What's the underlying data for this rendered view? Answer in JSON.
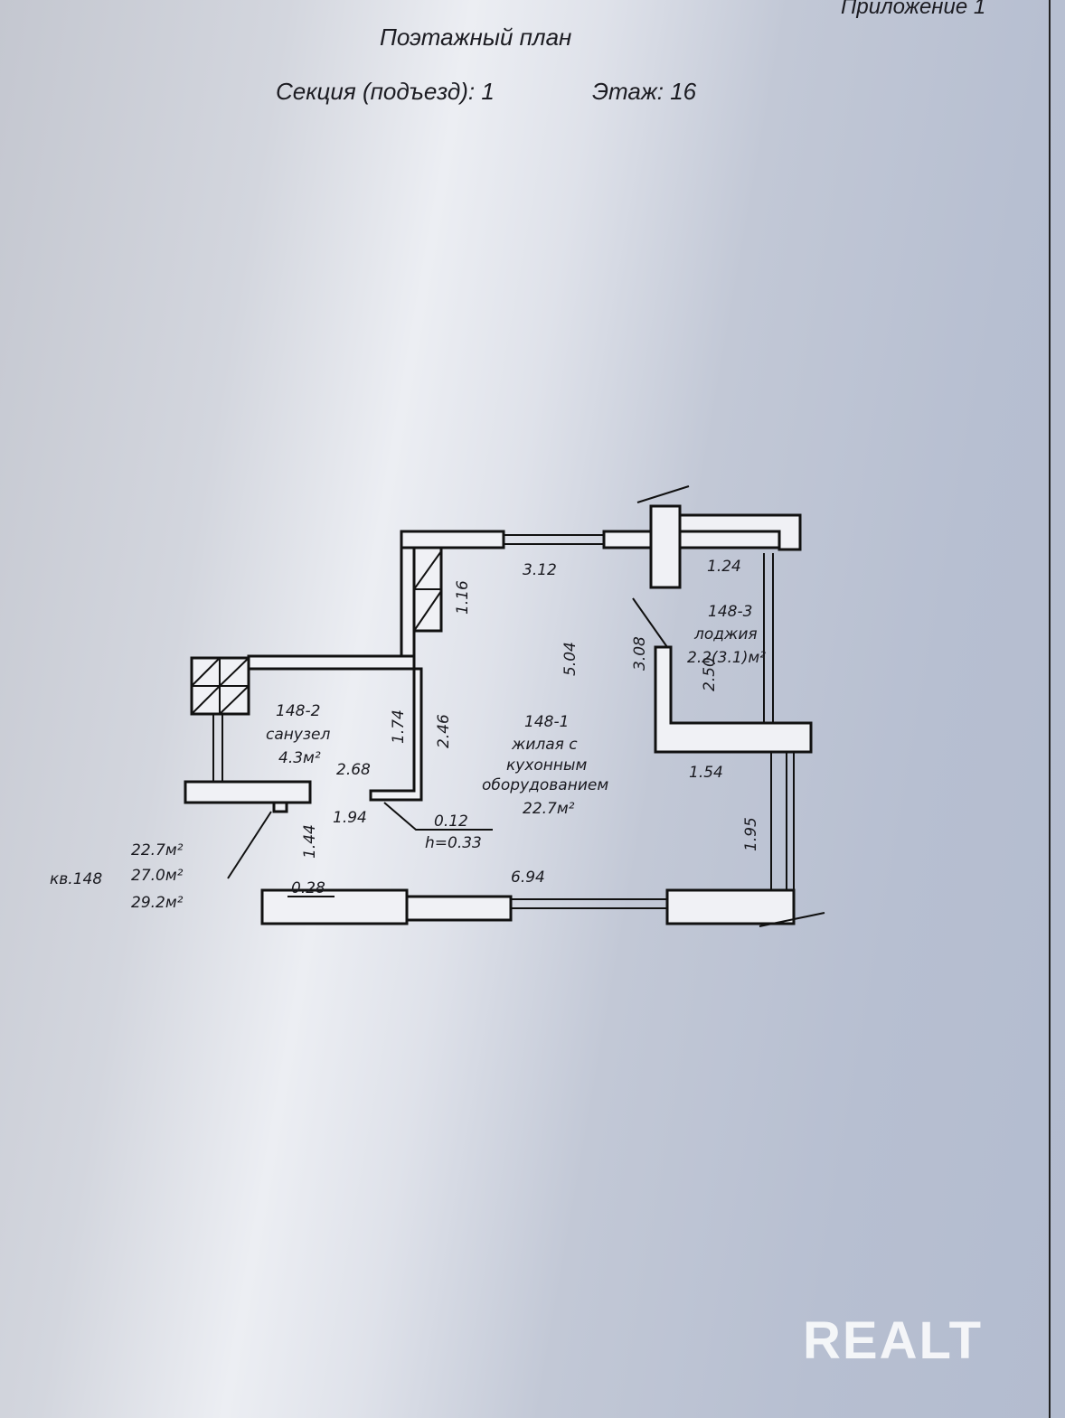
{
  "header": {
    "appendix": "Приложение 1",
    "title": "Поэтажный план",
    "section": "Секция (подъезд): 1",
    "floor": "Этаж: 16"
  },
  "rooms": [
    {
      "id": "148-1",
      "name_lines": [
        "жилая с",
        "кухонным",
        "оборудованием"
      ],
      "area": "22.7м²"
    },
    {
      "id": "148-2",
      "name": "санузел",
      "area": "4.3м²"
    },
    {
      "id": "148-3",
      "name": "лоджия",
      "area": "2.2(3.1)м²"
    }
  ],
  "dimensions": [
    "3.12",
    "1.24",
    "1.16",
    "5.04",
    "3.08",
    "2.50",
    "1.74",
    "2.46",
    "2.68",
    "1.54",
    "1.94",
    "0.12",
    "h=0.33",
    "1.44",
    "1.95",
    "0.28",
    "6.94"
  ],
  "apartment": {
    "label": "кв.148",
    "areas": [
      "22.7м²",
      "27.0м²",
      "29.2м²"
    ]
  },
  "watermark": "REALT"
}
